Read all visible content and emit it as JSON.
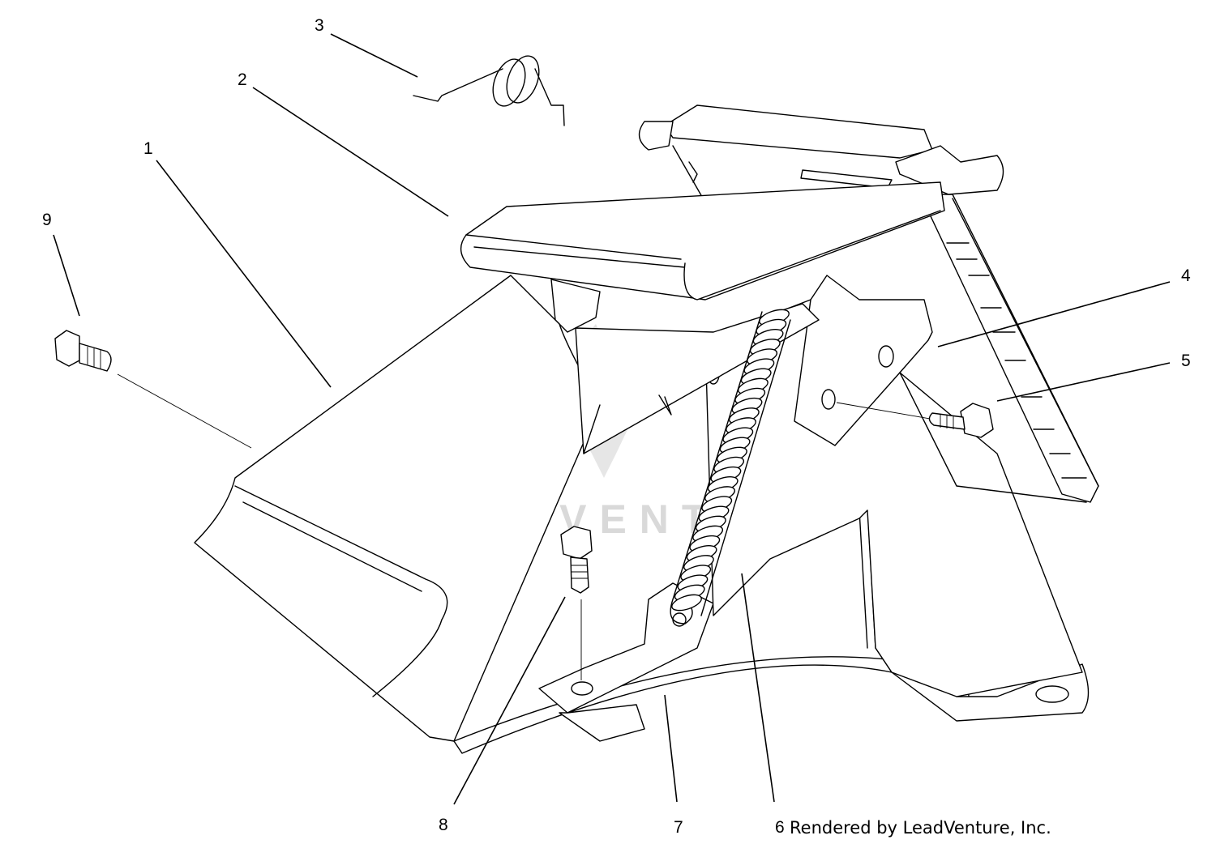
{
  "callouts": [
    {
      "id": "1",
      "label": "1"
    },
    {
      "id": "2",
      "label": "2"
    },
    {
      "id": "3",
      "label": "3"
    },
    {
      "id": "4",
      "label": "4"
    },
    {
      "id": "5",
      "label": "5"
    },
    {
      "id": "6",
      "label": "6"
    },
    {
      "id": "7",
      "label": "7"
    },
    {
      "id": "8",
      "label": "8"
    },
    {
      "id": "9",
      "label": "9"
    }
  ],
  "credit": "Rendered by LeadVenture, Inc.",
  "watermark": "LEADVENTURE",
  "colors": {
    "line": "#000000",
    "background": "#ffffff",
    "watermark": "#d9d9d9"
  }
}
